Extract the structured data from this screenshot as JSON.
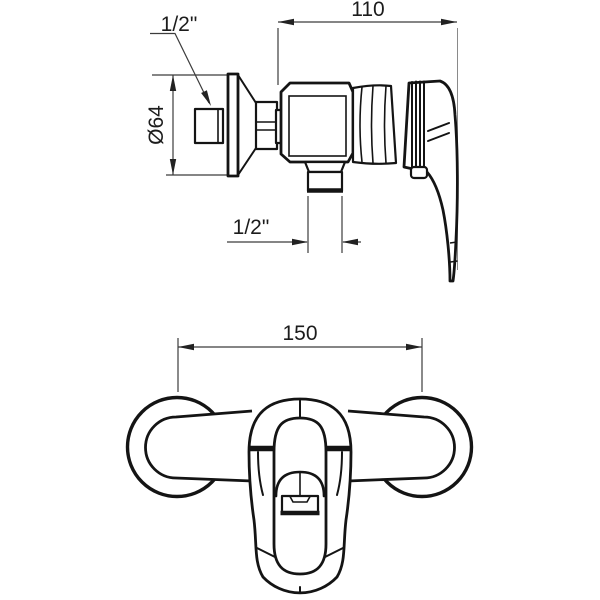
{
  "colors": {
    "background": "#ffffff",
    "line": "#141414",
    "dimension": "#3c3c3c"
  },
  "drawing": {
    "side_view": {
      "width_dim": "110",
      "inlet_thread_dim": "1/2\"",
      "flange_diameter_dim": "Ø64",
      "outlet_thread_dim": "1/2\""
    },
    "front_view": {
      "centers_dim": "150"
    }
  }
}
